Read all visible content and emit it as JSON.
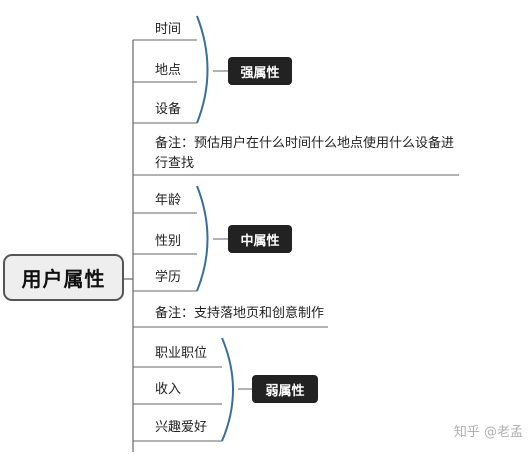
{
  "root": {
    "label": "用户属性"
  },
  "groups": [
    {
      "items": [
        "时间",
        "地点",
        "设备"
      ],
      "badge": "强属性"
    },
    {
      "items": [
        "年龄",
        "性别",
        "学历"
      ],
      "badge": "中属性"
    },
    {
      "items": [
        "职业职位",
        "收入",
        "兴趣爱好"
      ],
      "badge": "弱属性"
    }
  ],
  "notes": [
    "备注：预估用户在什么时间什么地点使用什么设备进行查找",
    "备注：支持落地页和创意制作"
  ],
  "watermark": "知乎 @老孟",
  "colors": {
    "bracket": "#3d6e94",
    "line": "#666666",
    "badge_bg": "#222222",
    "root_bg": "#eeeeee"
  }
}
